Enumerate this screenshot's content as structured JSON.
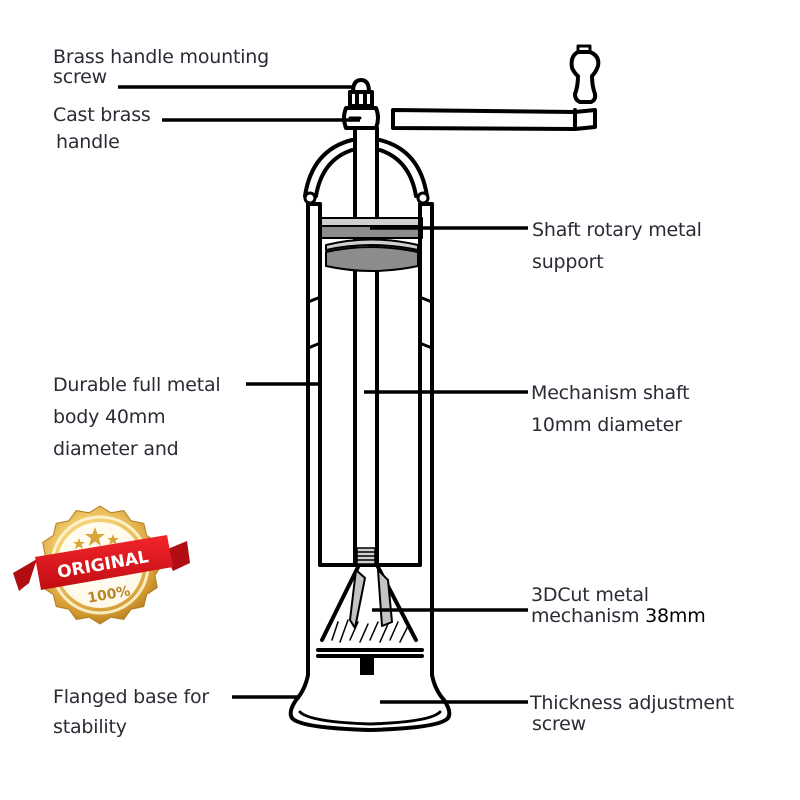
{
  "diagram": {
    "subject": "Manual grinder cross-section",
    "labels": {
      "mounting_screw": {
        "lines": [
          "Brass handle mounting",
          "screw"
        ]
      },
      "cast_handle": {
        "lines": [
          "Cast brass",
          "handle"
        ]
      },
      "shaft_support": {
        "lines": [
          "Shaft rotary metal",
          "support"
        ]
      },
      "body": {
        "lines": [
          "Durable full metal",
          "body 40mm",
          "diameter and"
        ]
      },
      "shaft": {
        "lines": [
          "Mechanism shaft",
          "10mm diameter"
        ]
      },
      "mechanism": {
        "lines": [
          "3DCut metal",
          "mechanism"
        ],
        "size": "38mm"
      },
      "base": {
        "lines": [
          "Flanged base for",
          "stability"
        ]
      },
      "adjust_screw": {
        "lines": [
          "Thickness adjustment",
          "screw"
        ]
      }
    },
    "colors": {
      "ink": "#000000",
      "label_text": "#2b2b35",
      "metal_light": "#cfcfcf",
      "metal_dark": "#8c8c8c",
      "burr_fill": "#c4c4c4"
    }
  },
  "badge": {
    "ribbon_text": "ORIGINAL",
    "percent_text": "100%",
    "stars": 3,
    "colors": {
      "gold_light": "#f6d77a",
      "gold_mid": "#d9a53a",
      "gold_dark": "#a8731c",
      "ribbon": "#e3131b",
      "ribbon_dark": "#9e0c10",
      "percent": "#b9852a"
    }
  }
}
